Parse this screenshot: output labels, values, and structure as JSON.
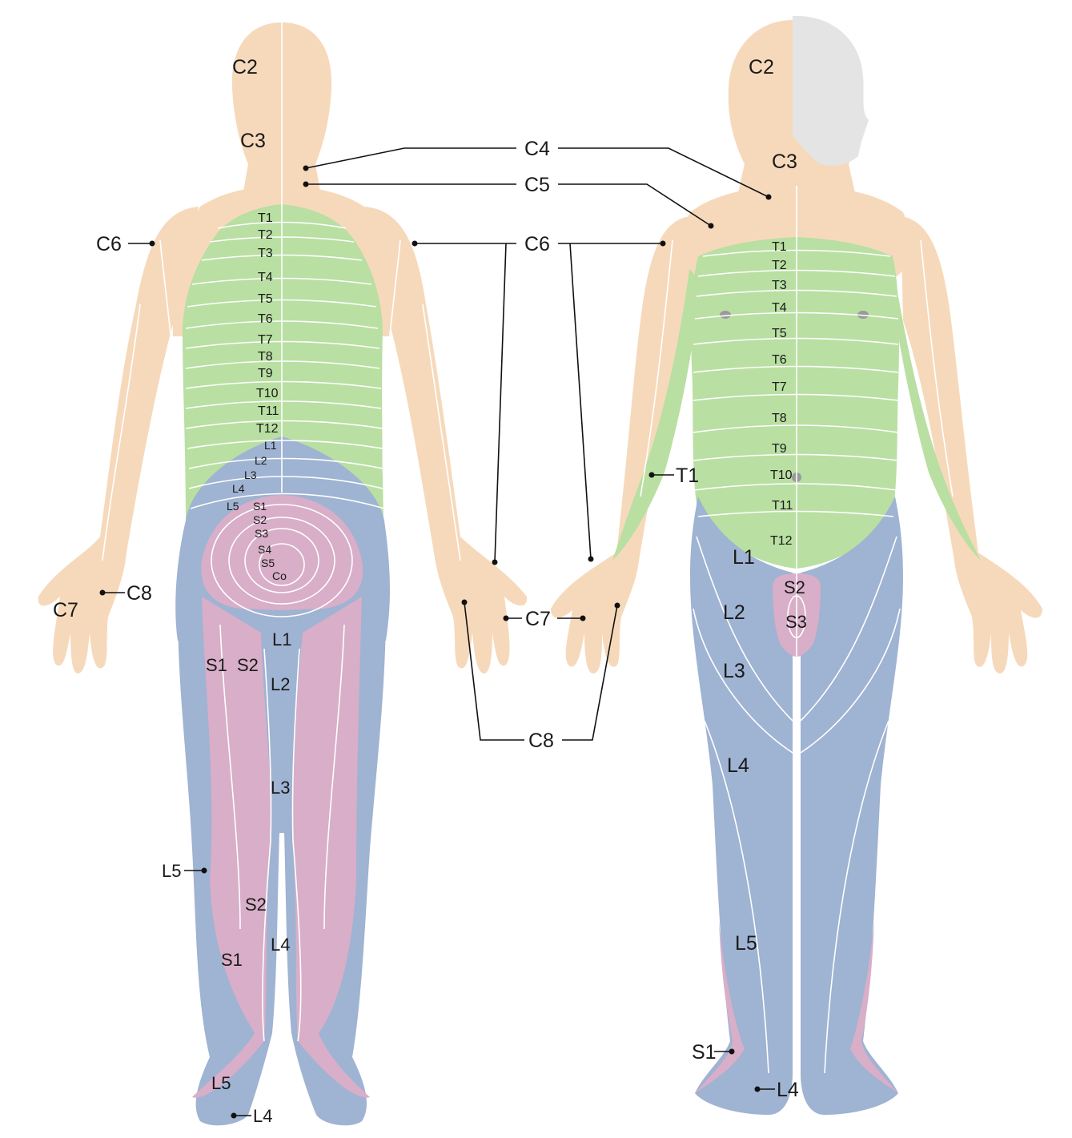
{
  "colors": {
    "cervical": "#f6d9bb",
    "thoracic": "#b9dfa2",
    "lumbar": "#9fb3d2",
    "sacral": "#d8aec8",
    "hair": "#e4e4e4",
    "lines": "#ffffff",
    "leader": "#111111"
  },
  "back_view": {
    "labels": {
      "C2": "C2",
      "C3": "C3",
      "C6": "C6",
      "C7": "C7",
      "C8": "C8",
      "T1": "T1",
      "T2": "T2",
      "T3": "T3",
      "T4": "T4",
      "T5": "T5",
      "T6": "T6",
      "T7": "T7",
      "T8": "T8",
      "T9": "T9",
      "T10": "T10",
      "T11": "T11",
      "T12": "T12",
      "L1": "L1",
      "L2": "L2",
      "L3": "L3",
      "L4": "L4",
      "L5": "L5",
      "S1": "S1",
      "S2": "S2",
      "S3": "S3",
      "S4": "S4",
      "S5": "S5",
      "Co": "Co",
      "leg_S1": "S1",
      "leg_S2": "S2",
      "leg_L1": "L1",
      "leg_L2": "L2",
      "leg_L3": "L3",
      "calf_L5": "L5",
      "calf_S2": "S2",
      "calf_S1": "S1",
      "calf_L4": "L4",
      "foot_L5": "L5",
      "foot_L4": "L4"
    }
  },
  "front_view": {
    "labels": {
      "C2": "C2",
      "C3": "C3",
      "T1": "T1",
      "T2": "T2",
      "T3": "T3",
      "T4": "T4",
      "T5": "T5",
      "T6": "T6",
      "T7": "T7",
      "T8": "T8",
      "T9": "T9",
      "T10": "T10",
      "T11": "T11",
      "T12": "T12",
      "arm_T1": "T1",
      "L1": "L1",
      "L2": "L2",
      "L3": "L3",
      "L4": "L4",
      "L5": "L5",
      "S2": "S2",
      "S3": "S3",
      "foot_S1": "S1",
      "foot_L4": "L4"
    }
  },
  "shared_labels": {
    "C4": "C4",
    "C5": "C5",
    "C6": "C6",
    "C7": "C7",
    "C8": "C8"
  }
}
